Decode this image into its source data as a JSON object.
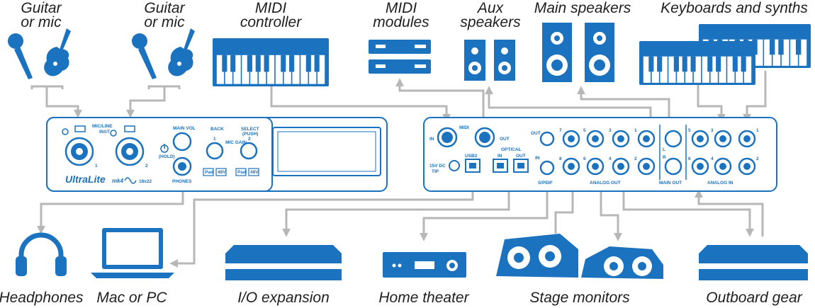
{
  "labels": {
    "guitar_mic_1": [
      "Guitar",
      "or mic"
    ],
    "guitar_mic_2": [
      "Guitar",
      "or mic"
    ],
    "midi_controller": [
      "MIDI",
      "controller"
    ],
    "midi_modules": [
      "MIDI",
      "modules"
    ],
    "aux_speakers": [
      "Aux",
      "speakers"
    ],
    "main_speakers": "Main speakers",
    "keyboards": "Keyboards and synths",
    "headphones": "Headphones",
    "computer": "Mac or PC",
    "io_expansion": "I/O expansion",
    "home_theater": "Home theater",
    "stage_monitors": "Stage monitors",
    "outboard_gear": "Outboard gear"
  },
  "front_panel": {
    "micline_label": "MIC/LINE",
    "inst_label": "INST",
    "ch1": "1",
    "ch2": "2",
    "main_vol": "MAIN VOL",
    "hold": "(HOLD)",
    "phones": "PHONES",
    "back": "BACK",
    "select": "SELECT",
    "push": "(PUSH)",
    "mic_gain": "MIC GAIN",
    "knob1": "1",
    "knob2": "2",
    "pad": "Pad",
    "phantom": "48V",
    "brand": "UltraLite",
    "model": "mk4",
    "io_count": "18x22"
  },
  "rear_panel": {
    "midi": "MIDI",
    "midi_in": "IN",
    "midi_out": "OUT",
    "usb": "USB2",
    "optical": "OPTICAL",
    "opt_in": "IN",
    "opt_out": "OUT",
    "power": "15V DC",
    "tip": "TIP",
    "spdif_out": "OUT",
    "spdif_in": "IN",
    "spdif": "S/PDIF",
    "analog_out": "ANALOG OUT",
    "main_out": "MAIN OUT",
    "analog_in": "ANALOG IN",
    "main_l": "L",
    "main_r": "R",
    "out_top": [
      "7",
      "5",
      "3",
      "1"
    ],
    "out_bottom": [
      "8",
      "6",
      "4",
      "2"
    ],
    "in_top": [
      "5",
      "3",
      "1"
    ],
    "in_bottom": [
      "6",
      "4",
      "2"
    ]
  },
  "colors": {
    "accent": "#1b72bf",
    "cable": "#b7b7b7",
    "text": "#1f1f1f"
  }
}
